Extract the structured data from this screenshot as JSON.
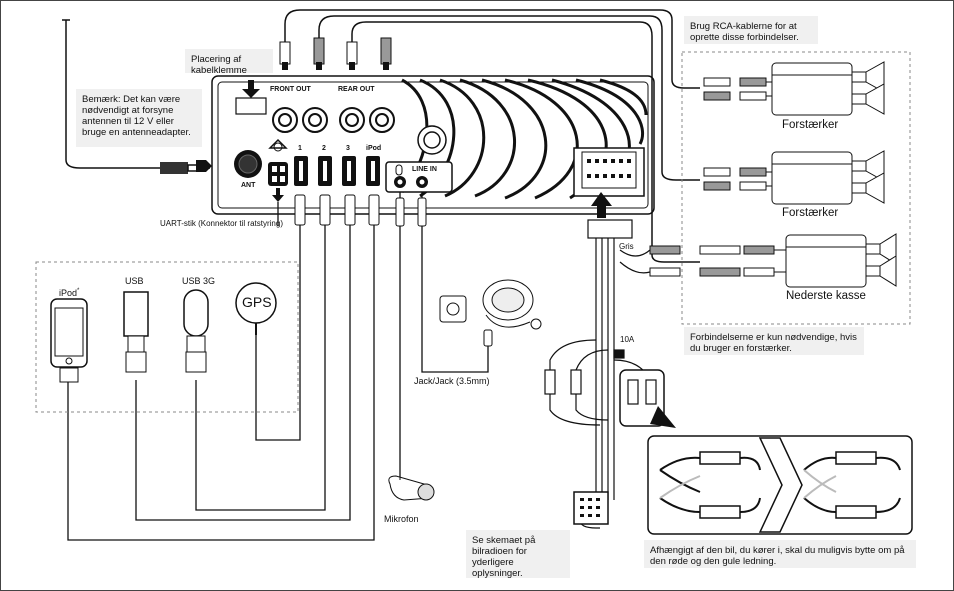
{
  "notes": {
    "cable_clamp": "Placering af kabelklemme",
    "antenna": "Bemærk: Det kan være nødvendigt at forsyne  antennen til 12 V eller bruge en antenneadapter.",
    "rca_note": "Brug RCA-kablerne for at oprette disse forbindelser.",
    "amp_note": "Forbindelserne er kun nødvendige, hvis du bruger en forstærker.",
    "schema_note": "Se skemaet på bilradioen for yderligere oplysninger.",
    "swap_note": "Afhængigt af den bil, du kører i, skal du muligvis bytte om på den røde og den gule ledning."
  },
  "unit_labels": {
    "front_out": "FRONT OUT",
    "rear_out": "REAR OUT",
    "ant": "ANT",
    "port1": "1",
    "port2": "2",
    "port3": "3",
    "port_ipod": "iPod",
    "line_in": "LINE IN"
  },
  "labels": {
    "uart": "UART-stik (Konnektor til ratstyring)",
    "ipod": "iPod",
    "ipod_mark": "*",
    "usb": "USB",
    "usb3g": "USB 3G",
    "gps": "GPS",
    "jack": "Jack/Jack (3.5mm)",
    "mikrofon": "Mikrofon",
    "amp1": "Forstærker",
    "amp2": "Forstærker",
    "sub": "Nederste kasse",
    "gris": "Gris",
    "fuse": "10A"
  },
  "colors": {
    "line": "#1a1a1a",
    "note_bg": "#f0f0f0",
    "dashed": "#888888",
    "wire_gray": "#bbbbbb"
  }
}
